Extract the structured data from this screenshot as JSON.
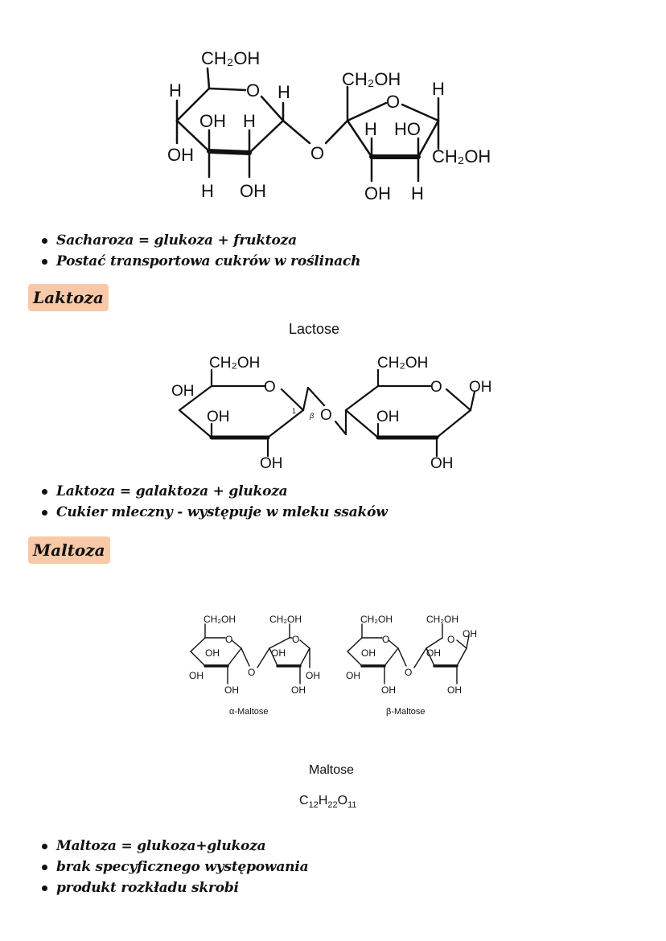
{
  "sucrose": {
    "labels": {
      "ch2oh": "CH₂OH",
      "h": "H",
      "o": "O",
      "oh": "OH",
      "ho": "HO"
    },
    "bullets": [
      "Sacharoza = glukoza + fruktoza",
      "Postać transportowa cukrów w roślinach"
    ]
  },
  "lactose": {
    "heading": "Laktoza",
    "title": "Lactose",
    "labels": {
      "ch2oh": "CH₂OH",
      "oh": "OH",
      "o": "O",
      "one": "1",
      "beta": "β"
    },
    "bullets": [
      "Laktoza = galaktoza + glukoza",
      "Cukier mleczny - występuje w mleku ssaków"
    ]
  },
  "maltose": {
    "heading": "Maltoza",
    "labels": {
      "ch2oh": "CH₂OH",
      "oh": "OH",
      "o": "O",
      "alpha": "α-Maltose",
      "beta": "β-Maltose"
    },
    "title": "Maltose",
    "formula": {
      "c": "C",
      "c_n": "12",
      "h": "H",
      "h_n": "22",
      "o": "O",
      "o_n": "11"
    },
    "bullets": [
      "Maltoza = glukoza+glukoza",
      "brak specyficznego występowania",
      "produkt rozkładu skrobi"
    ]
  }
}
